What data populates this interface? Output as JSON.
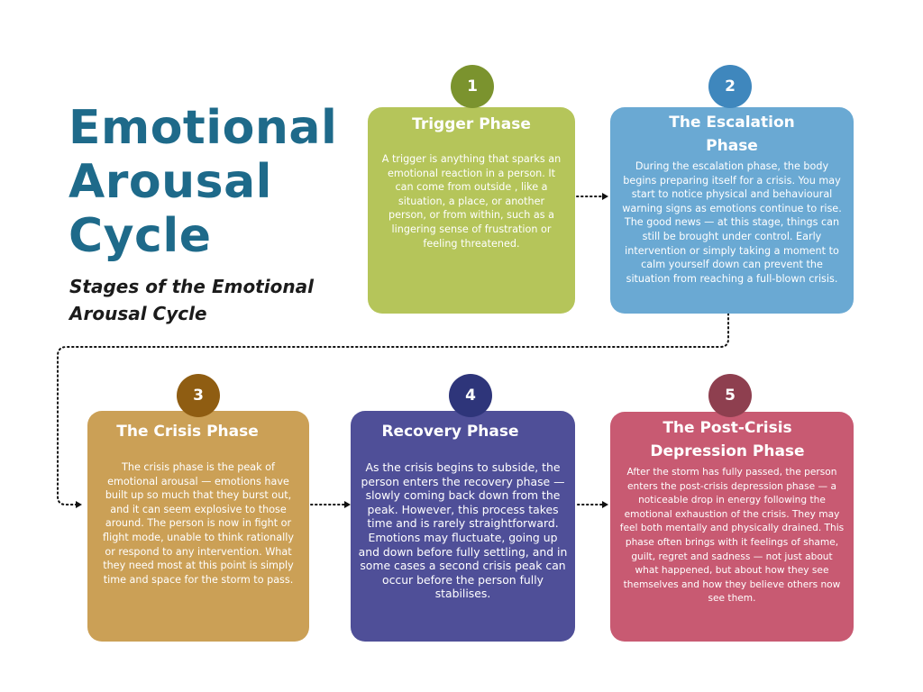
{
  "title": "Emotional Arousal Cycle",
  "subtitle": "Stages of the Emotional Arousal Cycle",
  "phases": [
    {
      "number": "1",
      "title": "Trigger Phase",
      "body": "A trigger is anything that sparks an emotional reaction in a person. It can come from outside , like a situation, a place, or another person,  or from within, such as a lingering sense of frustration or feeling threatened.",
      "color": "#b5c55a",
      "badge_color": "#7b932e"
    },
    {
      "number": "2",
      "title": "The Escalation Phase",
      "body": "During the escalation phase, the body begins preparing itself for a crisis. You may start to notice physical and behavioural warning signs as emotions continue to rise. The good news — at this stage, things can still be brought under control. Early intervention or simply taking a moment to calm yourself down can prevent the situation from reaching a full-blown crisis.",
      "color": "#6aa9d3",
      "badge_color": "#3f87bd"
    },
    {
      "number": "3",
      "title": "The Crisis Phase",
      "body": "The crisis phase is the peak of emotional arousal — emotions have built up so much that they burst out, and it can seem explosive to those around. The person is now in fight or flight mode, unable to think rationally or respond to any intervention. What they need most at this point is simply time and space for the storm to pass.",
      "color": "#cba056",
      "badge_color": "#8f5d12"
    },
    {
      "number": "4",
      "title": "Recovery Phase",
      "body": "As the crisis begins to subside, the person enters the recovery phase — slowly coming back down from the peak. However, this process takes time and is rarely straightforward. Emotions may fluctuate, going up and down before fully settling, and in some cases a second crisis peak can occur before the person fully stabilises.",
      "color": "#4f4f98",
      "badge_color": "#2e357a"
    },
    {
      "number": "5",
      "title": "The Post-Crisis Depression Phase",
      "body": "After the storm has fully passed, the person enters the post-crisis depression phase — a noticeable drop in energy following the emotional exhaustion of the crisis. They may feel both mentally and physically drained. This phase often brings with it feelings of shame, guilt, regret and sadness — not just about what happened, but about how they see themselves and how they believe others now see them.",
      "color": "#c85a72",
      "badge_color": "#8e3f4f"
    }
  ]
}
